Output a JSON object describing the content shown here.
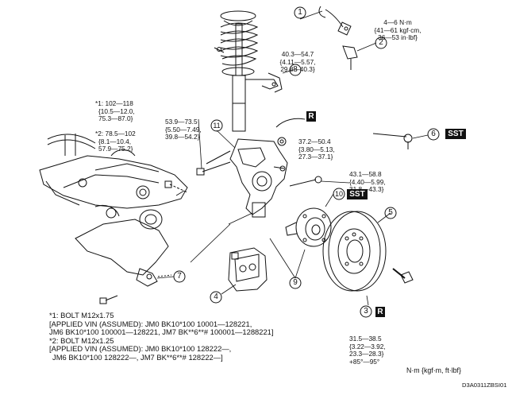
{
  "callouts": {
    "c1": "1",
    "c2": "2",
    "c3": "3",
    "c4": "4",
    "c5": "5",
    "c6": "6",
    "c7": "7",
    "c8": "8",
    "c9": "9",
    "c10": "10",
    "c11": "11"
  },
  "torque": {
    "t_sensor": [
      "4—6 N·m",
      "{41—61 kgf·cm,",
      "36—53 in·lbf}"
    ],
    "t_stabilizer": [
      "40.3—54.7",
      "{4.11—5.57,",
      "29.8—40.3}"
    ],
    "t_bolt1": [
      "*1: 102—118",
      "{10.5—12.0,",
      "75.3—87.0}"
    ],
    "t_bolt2": [
      "*2: 78.5—102",
      "{8.1—10.4,",
      "57.9—75.2}"
    ],
    "t_knuckle": [
      "53.9—73.5",
      "{5.50—7.49,",
      "39.8—54.2}"
    ],
    "t_tierod": [
      "37.2—50.4",
      "{3.80—5.13,",
      "27.3—37.1}"
    ],
    "t_balljoint": [
      "43.1—58.8",
      "{4.40—5.99,",
      "31.8—43.3}"
    ],
    "t_hubnut": [
      "31.5—38.5",
      "{3.22—3.92,",
      "23.3—28.3}",
      "+85°—95°"
    ]
  },
  "badges": {
    "r": "R",
    "sst": "SST"
  },
  "notes": [
    "*1: BOLT M12x1.75",
    "[APPLIED VIN (ASSUMED): JM0 BK10*100 10001—128221,",
    "JM6 BK10*100 100001—128221, JM7 BK**6**# 100001—1288221]",
    "*2: BOLT M12x1.25",
    "[APPLIED VIN (ASSUMED): JM0 BK10*100 128222—,",
    "JM6 BK10*100 128222—, JM7 BK**6**# 128222—]"
  ],
  "units": "N·m {kgf·m, ft·lbf}",
  "code": "D3A0311ZBSI01"
}
